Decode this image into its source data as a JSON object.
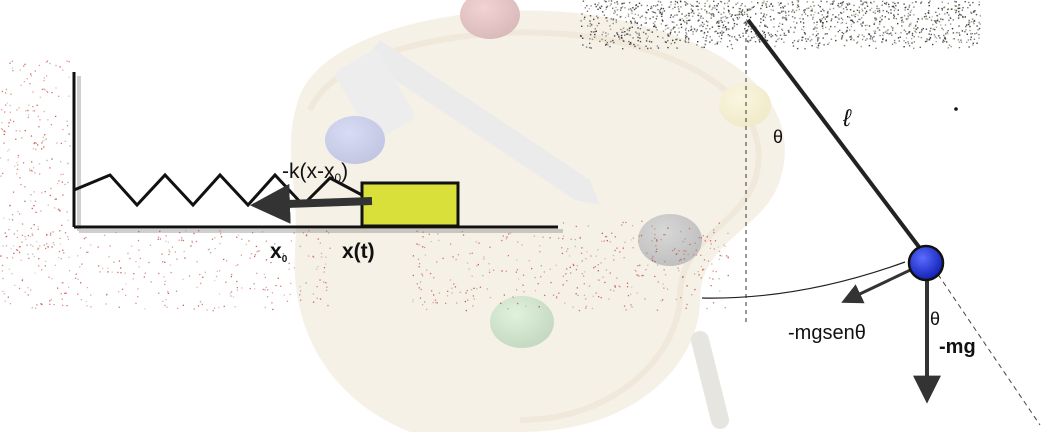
{
  "spring_mass": {
    "force_label": {
      "main": "-k(x-x",
      "subscript": "0",
      "close": ")"
    },
    "rest_position_label": {
      "main": "x",
      "subscript": "0"
    },
    "position_label": "x(t)"
  },
  "pendulum": {
    "angle_top_label": "θ",
    "length_label": "ℓ",
    "tangential_force_label": "-mgsenθ",
    "angle_bottom_label": "θ",
    "weight_label": "-mg"
  },
  "colors": {
    "mass_block": "#d9e03a",
    "bob": "#1a2fe0",
    "ink": "#333333",
    "noise": "#c0392b"
  }
}
